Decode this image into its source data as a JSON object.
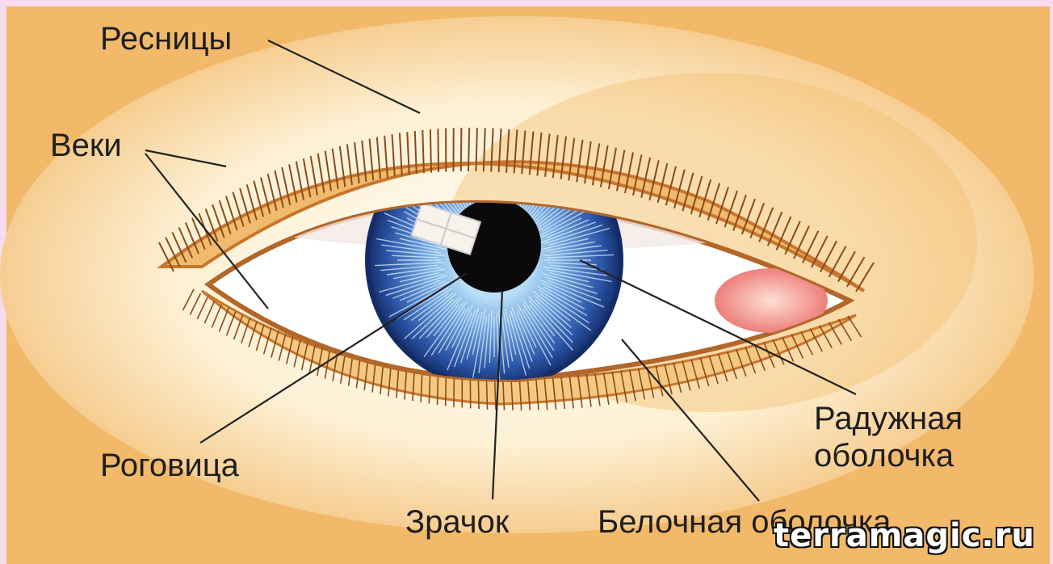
{
  "labels": {
    "eyelashes": "Ресницы",
    "eyelids": "Веки",
    "cornea": "Роговица",
    "pupil": "Зрачок",
    "sclera": "Белочная оболочка",
    "iris_line1": "Радужная",
    "iris_line2": "оболочка"
  },
  "watermark": "terramagic.ru",
  "colors": {
    "frame": "#f6dcec",
    "background": "#f2b96a",
    "skin": "#f7d79a",
    "iris_outer": "#1d3f8a",
    "iris_inner": "#a9d3f2",
    "pupil": "#0a0a0a",
    "sclera": "#ffffff",
    "caruncle": "#f08a86"
  }
}
